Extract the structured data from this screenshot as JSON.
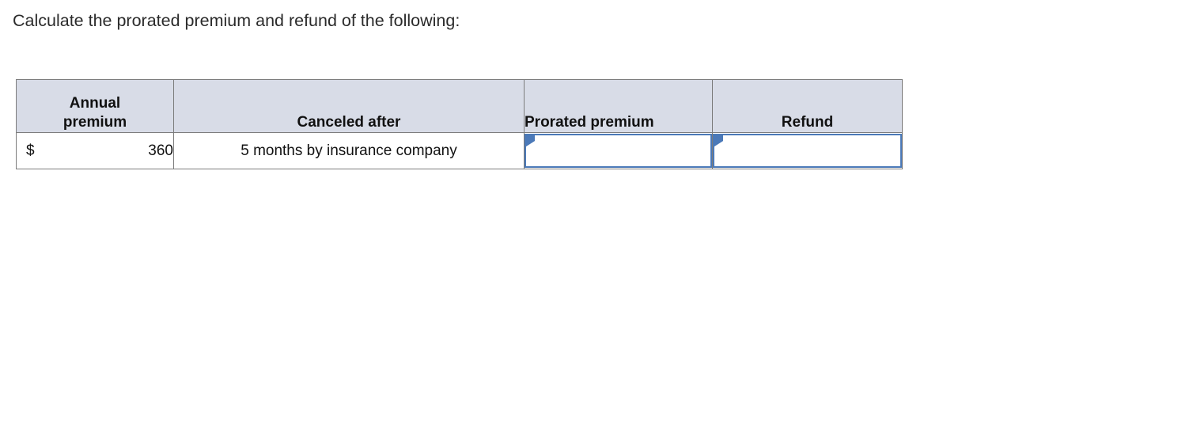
{
  "page": {
    "background": "#ffffff",
    "prompt": "Calculate the prorated premium and refund of the following:"
  },
  "colors": {
    "header_background": "#d8dce7",
    "grid_border": "#7c7c7c",
    "input_border": "#4b79b8",
    "input_marker": "#4b79b8",
    "text": "#111111",
    "prompt_text": "#2b2b2b"
  },
  "table": {
    "headers": [
      {
        "label": "Annual premium",
        "line1": "Annual",
        "line2": "premium",
        "align": "center"
      },
      {
        "label": "Canceled after",
        "align": "center"
      },
      {
        "label": "Prorated premium",
        "align": "left"
      },
      {
        "label": "Refund",
        "align": "center"
      }
    ],
    "rows": [
      {
        "annual_premium_symbol": "$",
        "annual_premium_value": "360",
        "canceled_after": "5 months by insurance company",
        "prorated_premium": "",
        "prorated_premium_placeholder": "",
        "refund": "",
        "refund_placeholder": ""
      }
    ]
  }
}
